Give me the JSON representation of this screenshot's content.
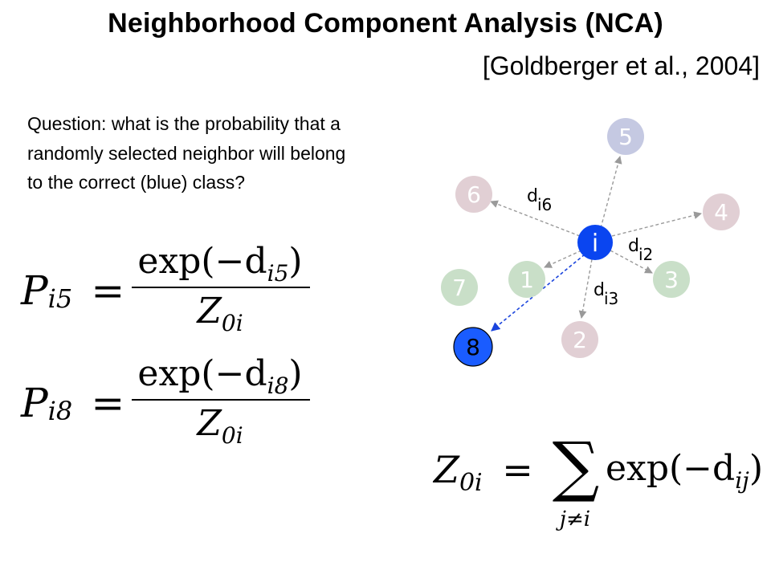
{
  "header": {
    "title": "Neighborhood Component Analysis (NCA)",
    "citation": "[Goldberger et al., 2004]"
  },
  "question": "Question: what is the probability that a randomly selected neighbor will belong to the correct (blue) class?",
  "equations": {
    "p5": {
      "lhs": "P",
      "lhs_sub": "i5",
      "eq": "=",
      "num": "exp(−d",
      "num_sub": "i5",
      "num_tail": ")",
      "den": "Z",
      "den_sub": "0i"
    },
    "p8": {
      "lhs": "P",
      "lhs_sub": "i8",
      "eq": "=",
      "num": "exp(−d",
      "num_sub": "i8",
      "num_tail": ")",
      "den": "Z",
      "den_sub": "0i"
    },
    "z": {
      "lhs": "Z",
      "lhs_sub": "0i",
      "eq": "=",
      "sum": "∑",
      "sum_sub": "j≠i",
      "rhs": "exp(−d",
      "rhs_sub": "ij",
      "rhs_tail": ")"
    }
  },
  "diagram": {
    "center_label": "i",
    "nodes": [
      {
        "label": "5",
        "fill": "#c5c9e2",
        "text": "#ffffff"
      },
      {
        "label": "6",
        "fill": "#e1cfd4",
        "text": "#ffffff"
      },
      {
        "label": "4",
        "fill": "#e1cfd4",
        "text": "#ffffff"
      },
      {
        "label": "1",
        "fill": "#c9dfc8",
        "text": "#ffffff"
      },
      {
        "label": "3",
        "fill": "#c9dfc8",
        "text": "#ffffff"
      },
      {
        "label": "7",
        "fill": "#c9dfc8",
        "text": "#ffffff"
      },
      {
        "label": "2",
        "fill": "#e1cfd4",
        "text": "#ffffff"
      },
      {
        "label": "8",
        "fill": "#1a5cff",
        "text": "#000000"
      }
    ],
    "distance_labels": [
      {
        "base": "d",
        "sub": "i6"
      },
      {
        "base": "d",
        "sub": "i2"
      },
      {
        "base": "d",
        "sub": "i3"
      }
    ],
    "colors": {
      "center": "#0a45f0",
      "arrow": "#9a9a9a",
      "highlight_arrow": "#1a44dd"
    }
  }
}
